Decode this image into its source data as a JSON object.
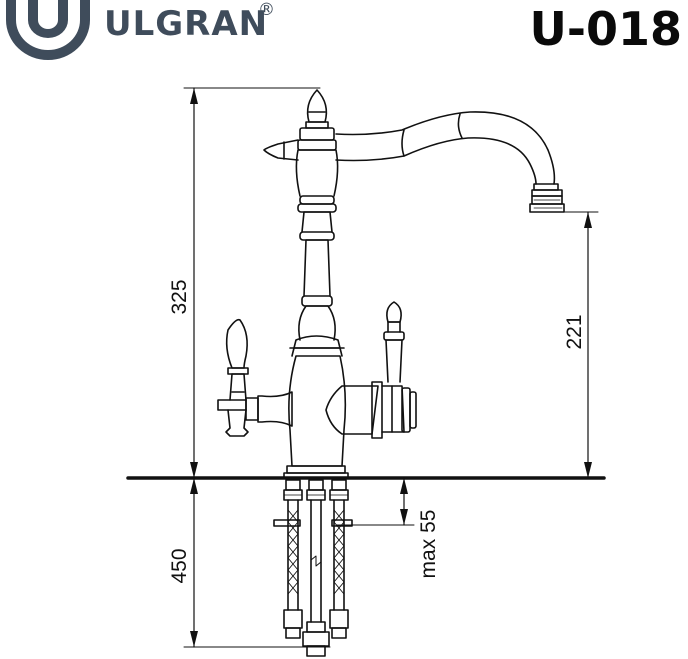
{
  "brand": {
    "name": "ULGRAN",
    "registered_mark": "®",
    "logo_icon": "ulgran-u-logo-icon",
    "color": "#3f4c5b"
  },
  "model": {
    "code": "U-018"
  },
  "dimensions": {
    "total_height": "325",
    "spout_height": "221",
    "hose_length": "450",
    "max_countertop": "max 55"
  },
  "colors": {
    "line": "#111111",
    "background": "#ffffff"
  }
}
